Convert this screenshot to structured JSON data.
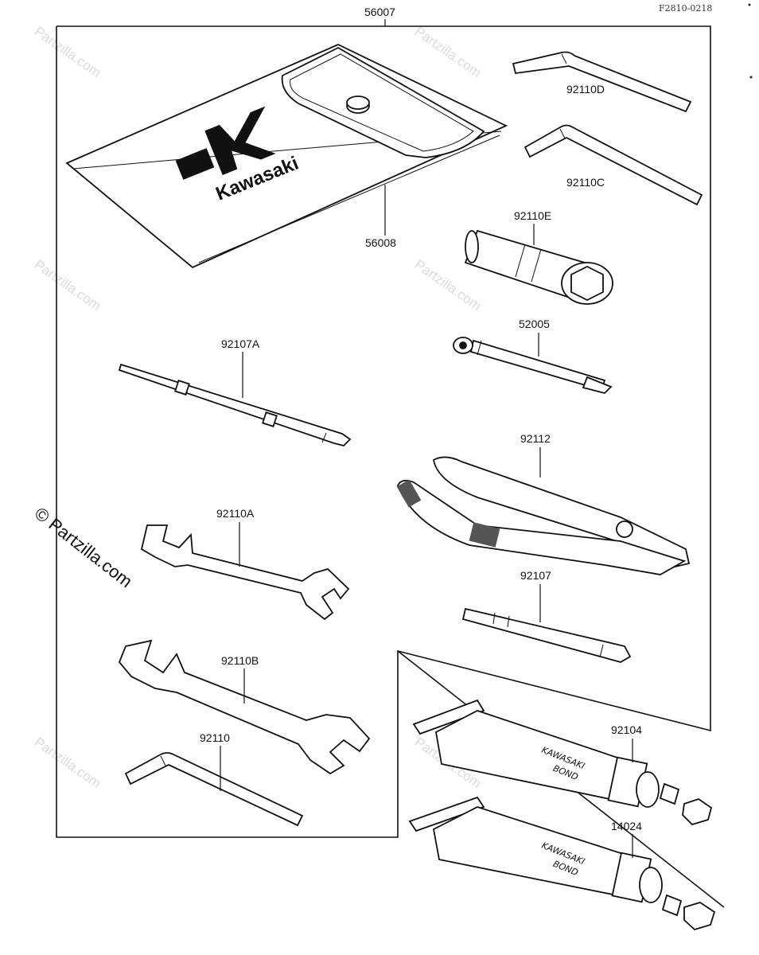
{
  "diagram": {
    "ref_code": "F2810-0218",
    "parts": {
      "kit": "56007",
      "pouch": "56008",
      "hex_wrench_d": "92110D",
      "hex_wrench_c": "92110C",
      "socket_wrench": "92110E",
      "spark_plug_tool": "52005",
      "screwdriver_a": "92107A",
      "pliers": "92112",
      "wrench_a": "92110A",
      "screwdriver": "92107",
      "wrench_b": "92110B",
      "hex_wrench": "92110",
      "bond_tube_1": "92104",
      "bond_tube_2": "14024"
    },
    "pouch_logo_text": "Kawasaki",
    "tube_label_line1": "KAWASAKI",
    "tube_label_line2": "BOND",
    "watermark": "© Partzilla.com",
    "watermark_small": "Partzilla.com"
  }
}
